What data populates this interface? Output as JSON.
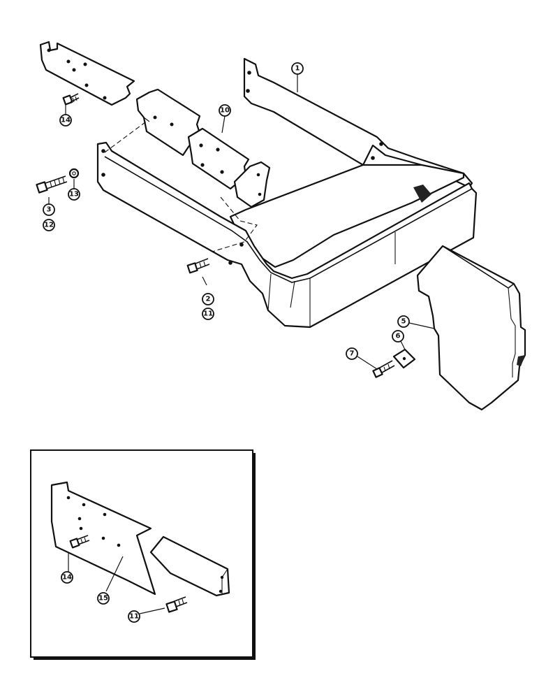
{
  "diagram": {
    "callouts": {
      "c1": "1",
      "c2": "2",
      "c3": "3",
      "c5": "5",
      "c6": "6",
      "c7": "7",
      "c10": "10",
      "c11a": "11",
      "c12": "12",
      "c13": "13",
      "c14a": "14",
      "c14b": "14",
      "c15": "15",
      "c11b": "11"
    }
  }
}
